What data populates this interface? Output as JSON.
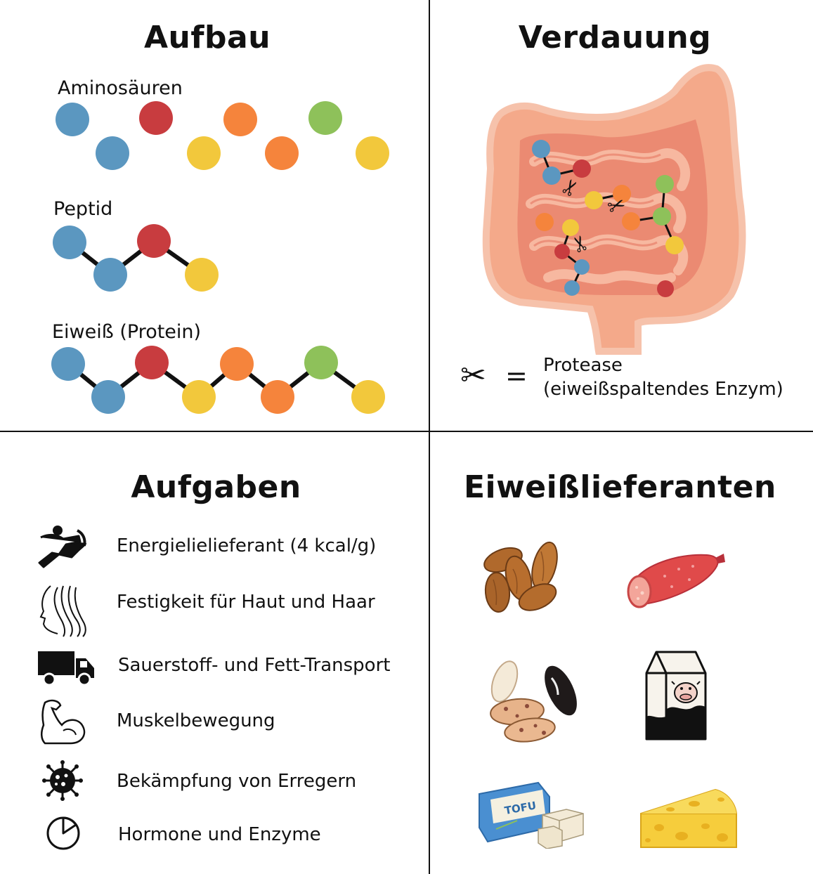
{
  "colors": {
    "blue": "#5b97c0",
    "red": "#c83c3f",
    "orange": "#f5843c",
    "yellow": "#f2c83c",
    "green": "#8ec15a",
    "intestine": "#f4a98a",
    "intestine_dark": "#e8806a",
    "line": "#111111"
  },
  "sections": {
    "structure": {
      "title": "Aufbau",
      "amino_label": "Aminosäuren",
      "peptide_label": "Peptid",
      "protein_label": "Eiweiß (Protein)"
    },
    "digestion": {
      "title": "Verdauung",
      "legend_symbol": "✂",
      "legend_equals": "=",
      "legend_line1": "Protease",
      "legend_line2": "(eiweißspaltendes Enzym)"
    },
    "tasks": {
      "title": "Aufgaben",
      "items": [
        {
          "icon": "runner-icon",
          "text": "Energielielieferant (4 kcal/g)"
        },
        {
          "icon": "hair-icon",
          "text": "Festigkeit für Haut und Haar"
        },
        {
          "icon": "truck-icon",
          "text": "Sauerstoff- und Fett-Transport"
        },
        {
          "icon": "muscle-icon",
          "text": "Muskelbewegung"
        },
        {
          "icon": "virus-icon",
          "text": "Bekämpfung von Erregern"
        },
        {
          "icon": "pie-chart-icon",
          "text": "Hormone und Enzyme"
        }
      ]
    },
    "sources": {
      "title": "Eiweißlieferanten",
      "items": [
        {
          "icon": "almonds-icon"
        },
        {
          "icon": "salami-icon"
        },
        {
          "icon": "beans-icon"
        },
        {
          "icon": "milk-carton-icon"
        },
        {
          "icon": "tofu-icon",
          "label": "TOFU"
        },
        {
          "icon": "cheese-icon"
        }
      ]
    }
  }
}
